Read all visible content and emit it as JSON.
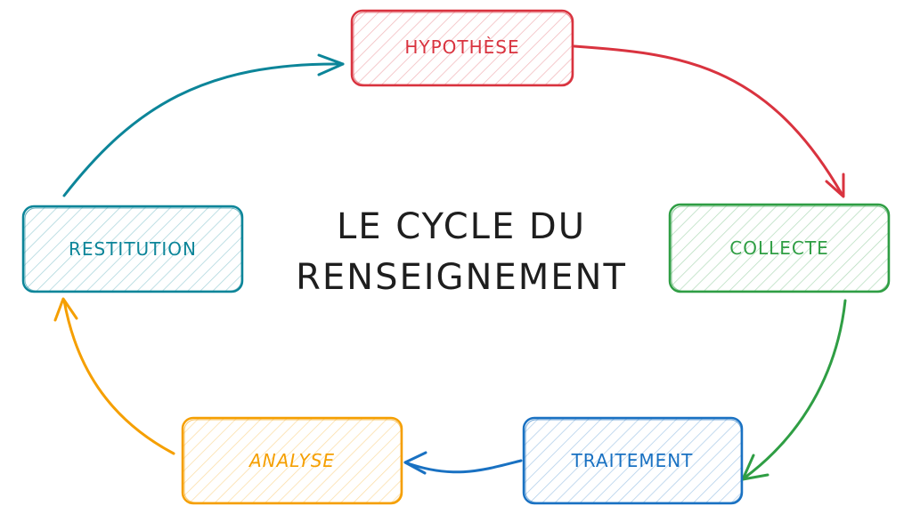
{
  "title": {
    "line1": "LE CYCLE DU",
    "line2": "RENSEIGNEMENT"
  },
  "nodes": [
    {
      "id": "hypothese",
      "label": "HYPOTHÈSE",
      "color": "#d9333f"
    },
    {
      "id": "collecte",
      "label": "COLLECTE",
      "color": "#2f9e44"
    },
    {
      "id": "traitement",
      "label": "TRAITEMENT",
      "color": "#1971c2"
    },
    {
      "id": "analyse",
      "label": "ANALYSE",
      "color": "#f59f00"
    },
    {
      "id": "restitution",
      "label": "RESTITUTION",
      "color": "#0c8599"
    }
  ],
  "edges": [
    {
      "from": "hypothese",
      "to": "collecte",
      "color": "#d9333f"
    },
    {
      "from": "collecte",
      "to": "traitement",
      "color": "#2f9e44"
    },
    {
      "from": "traitement",
      "to": "analyse",
      "color": "#1971c2"
    },
    {
      "from": "analyse",
      "to": "restitution",
      "color": "#f59f00"
    },
    {
      "from": "restitution",
      "to": "hypothese",
      "color": "#0c8599"
    }
  ]
}
